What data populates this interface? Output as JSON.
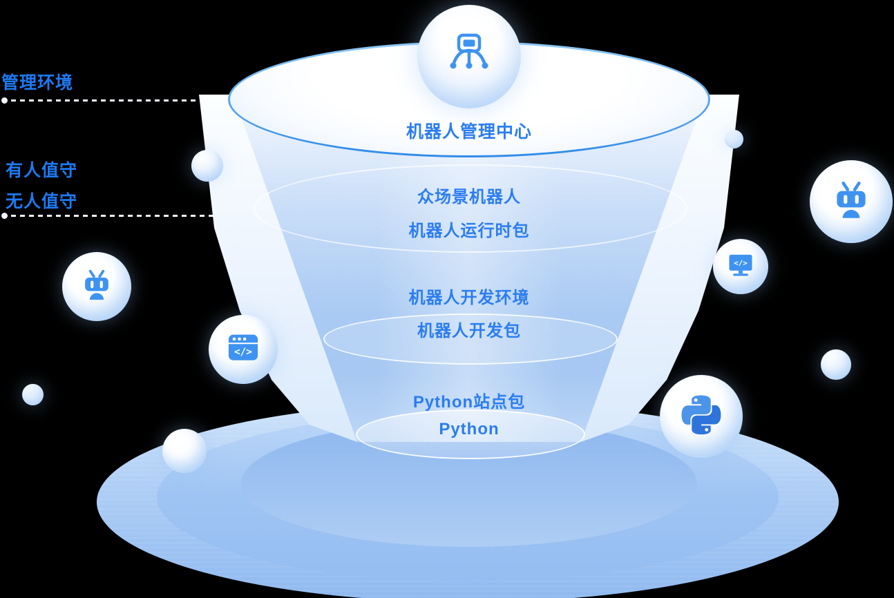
{
  "colors": {
    "background": "#000000",
    "text_blue": "#2b7df1",
    "label_blue": "#1d7af2",
    "icon_blue": "#3f93f0",
    "rim_stroke_top": "#8ec7f4",
    "rim_stroke_bottom": "#2f8be7"
  },
  "center": {
    "icon": "control-center-icon",
    "title": "机器人管理中心"
  },
  "annotations": {
    "management_env": "管理环境",
    "attended": "有人值守",
    "unattended": "无人值守"
  },
  "layers": [
    {
      "line1": "众场景机器人",
      "line2": "机器人运行时包"
    },
    {
      "line1": "机器人开发环境",
      "line2": "机器人开发包"
    },
    {
      "line1": "Python站点包",
      "line2": "Python"
    }
  ],
  "icons": {
    "left_robot": "robot-icon",
    "right_robot": "robot-icon",
    "code_window": "code-window-icon",
    "code_monitor": "code-monitor-icon",
    "python": "python-icon",
    "code_glyph": "</>"
  }
}
